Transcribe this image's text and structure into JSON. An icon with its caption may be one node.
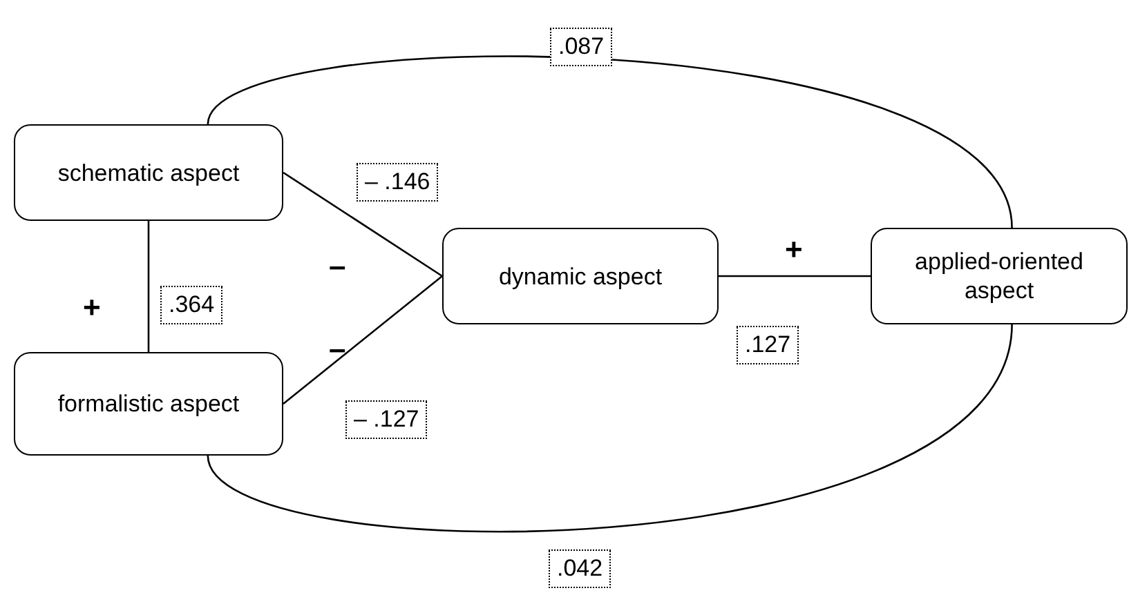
{
  "diagram": {
    "nodes": [
      {
        "text": [
          "schematic aspect"
        ]
      },
      {
        "text": [
          "formalistic aspect"
        ]
      },
      {
        "text": [
          "dynamic aspect"
        ]
      },
      {
        "text": [
          "applied-oriented aspect"
        ]
      }
    ],
    "edges": [
      {
        "from": 0,
        "to": 3,
        "arrow": "none",
        "label": ".087"
      },
      {
        "from": 0,
        "to": 2,
        "arrow": "none",
        "label": "– .146"
      },
      {
        "from": 0,
        "to": 1,
        "arrow": "none",
        "label": ".364"
      },
      {
        "from": 1,
        "to": 2,
        "arrow": "none",
        "label": "– .127"
      },
      {
        "from": 2,
        "to": 3,
        "arrow": "none",
        "label": ".127"
      },
      {
        "from": 1,
        "to": 3,
        "arrow": "none",
        "label": ".042"
      }
    ],
    "labels": [
      "–",
      "+",
      "+",
      "–"
    ]
  }
}
